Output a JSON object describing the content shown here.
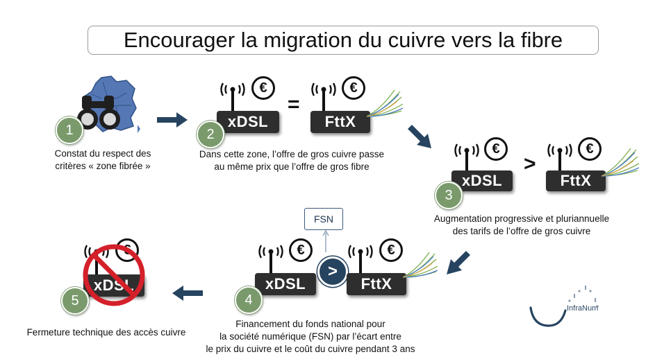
{
  "title": "Encourager la migration du cuivre vers la fibre",
  "steps": [
    {
      "num": "1",
      "caption_lines": [
        "Constat du respect des",
        "critères « zone fibrée »"
      ]
    },
    {
      "num": "2",
      "caption_lines": [
        "Dans cette zone, l’offre de gros cuivre passe",
        "au même prix que l’offre de gros fibre"
      ]
    },
    {
      "num": "3",
      "caption_lines": [
        "Augmentation progressive et pluriannuelle",
        "des tarifs de l’offre de gros cuivre"
      ]
    },
    {
      "num": "4",
      "caption_lines": [
        "Financement du fonds national pour",
        "la société numérique (FSN) par l’écart entre",
        "le prix du cuivre et le coût du cuivre pendant 3 ans"
      ]
    },
    {
      "num": "5",
      "caption_lines": [
        "Fermeture technique des accès cuivre"
      ]
    }
  ],
  "labels": {
    "xdsl": "xDSL",
    "fttx": "FttX",
    "euro": "€",
    "equals": "=",
    "greater": ">",
    "fsn": "FSN"
  },
  "brand": "InfraNum",
  "colors": {
    "arrow": "#26445f",
    "step_badge": "#7a9a6c",
    "box": "#2e2e2e",
    "prohibition": "#d4202a",
    "france_map": "#4a6fa8"
  }
}
